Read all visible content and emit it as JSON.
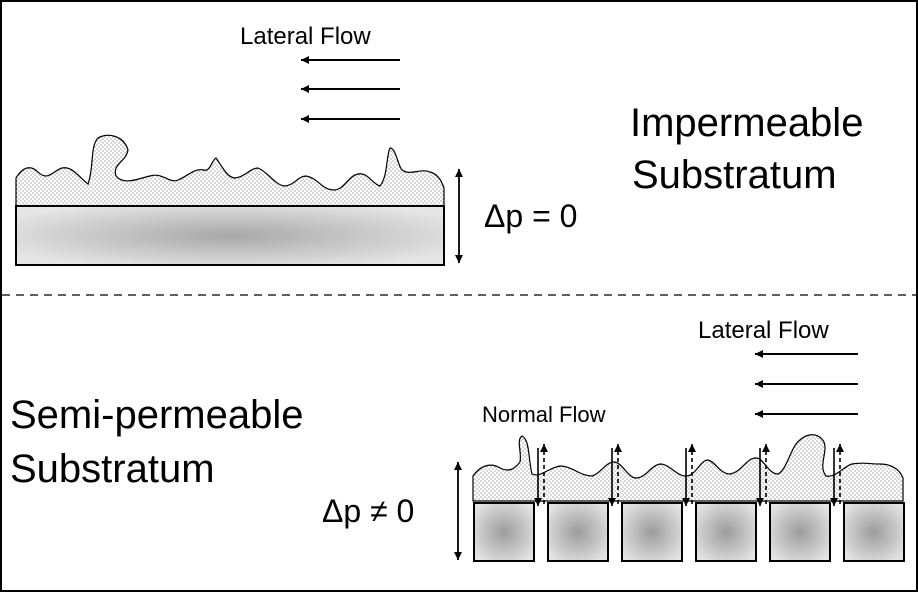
{
  "top_panel": {
    "flow_label": "Lateral Flow",
    "title_line1": "Impermeable",
    "title_line2": "Substratum",
    "pressure_label": "Δp = 0"
  },
  "bottom_panel": {
    "flow_label": "Lateral Flow",
    "normal_flow_label": "Normal Flow",
    "title_line1": "Semi-permeable",
    "title_line2": "Substratum",
    "pressure_label": "Δp ≠ 0"
  }
}
